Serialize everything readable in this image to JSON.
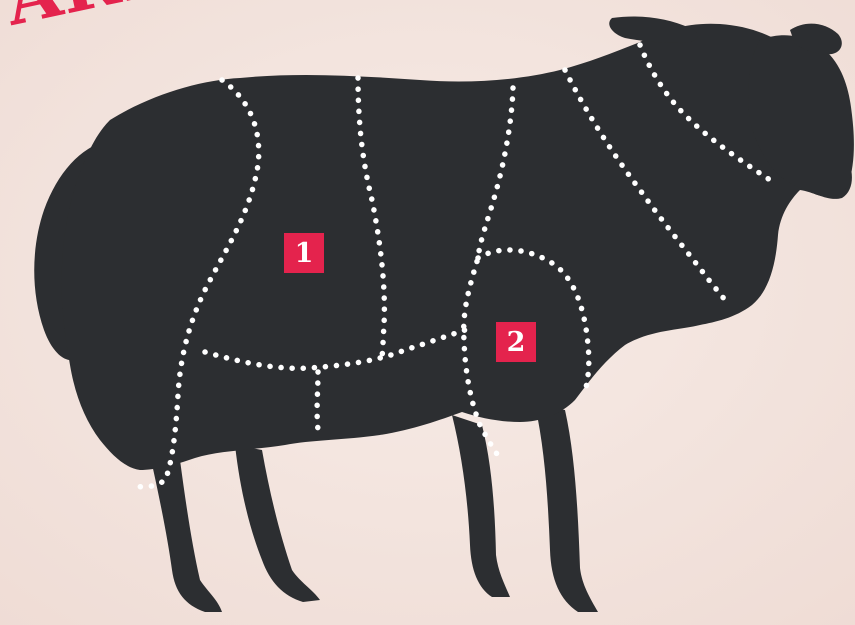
{
  "title": {
    "text": "ARRU.",
    "color": "#e4234d"
  },
  "cut_markers": [
    {
      "label": "1"
    },
    {
      "label": "2"
    }
  ],
  "colors": {
    "background": "#f4e6e0",
    "silhouette": "#2c2e31",
    "dots": "#ffffff",
    "badge": "#e4234d"
  },
  "icons": {
    "animal": "sheep-silhouette-icon"
  }
}
